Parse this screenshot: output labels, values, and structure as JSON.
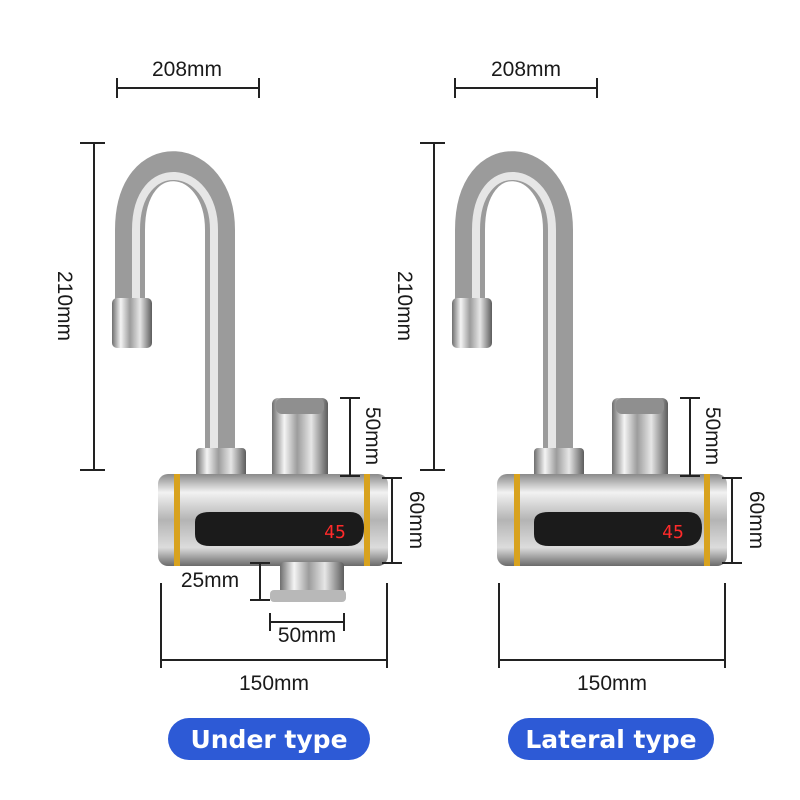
{
  "under": {
    "spout_width": "208mm",
    "height": "210mm",
    "handle_height": "50mm",
    "body_height": "60mm",
    "inlet_height": "25mm",
    "inlet_width": "50mm",
    "body_width": "150mm",
    "display_temp": "45",
    "type_label": "Under type"
  },
  "lateral": {
    "spout_width": "208mm",
    "height": "210mm",
    "handle_height": "50mm",
    "body_height": "60mm",
    "body_width": "150mm",
    "display_temp": "45",
    "type_label": "Lateral type"
  },
  "colors": {
    "pill_blue": "#2d5ad6",
    "display_red": "#ff2a2a",
    "gold_ring": "#d8a21e"
  }
}
